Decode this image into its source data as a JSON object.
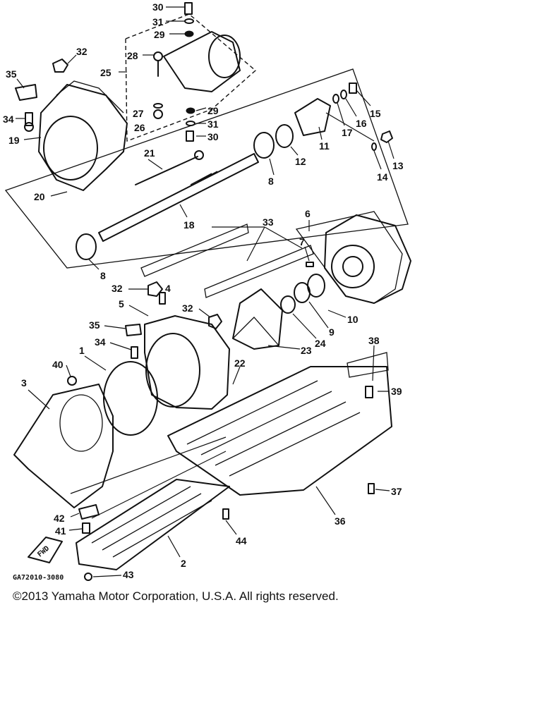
{
  "diagram": {
    "drawing_code": "GA72010-3080",
    "fwd_label": "FWD",
    "callouts": {
      "n1": "1",
      "n2": "2",
      "n3": "3",
      "n4": "4",
      "n5": "5",
      "n6": "6",
      "n7": "7",
      "n8a": "8",
      "n8b": "8",
      "n9": "9",
      "n10": "10",
      "n11": "11",
      "n12": "12",
      "n13": "13",
      "n14": "14",
      "n15": "15",
      "n16": "16",
      "n17": "17",
      "n18": "18",
      "n19": "19",
      "n20": "20",
      "n21": "21",
      "n22": "22",
      "n23": "23",
      "n24": "24",
      "n25": "25",
      "n26": "26",
      "n27": "27",
      "n28": "28",
      "n29a": "29",
      "n29b": "29",
      "n30a": "30",
      "n30b": "30",
      "n31a": "31",
      "n31b": "31",
      "n32a": "32",
      "n32b": "32",
      "n32c": "32",
      "n33": "33",
      "n34a": "34",
      "n34b": "34",
      "n35a": "35",
      "n35b": "35",
      "n36": "36",
      "n37": "37",
      "n38": "38",
      "n39": "39",
      "n40": "40",
      "n41": "41",
      "n42": "42",
      "n43": "43",
      "n44": "44"
    }
  },
  "footer": {
    "copyright": "©2013 Yamaha Motor Corporation, U.S.A. All rights reserved."
  }
}
